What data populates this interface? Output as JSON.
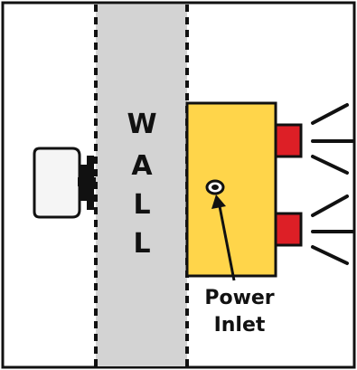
{
  "diagram": {
    "wall_letters": [
      "W",
      "A",
      "L",
      "L"
    ],
    "callout": {
      "line1": "Power",
      "line2": "Inlet"
    },
    "icons": {
      "camera": "wall-mounted-camera-icon",
      "device": "yellow-device-box-icon",
      "inlet": "power-inlet-port-icon",
      "speakers": "red-speaker-emitter-icon"
    },
    "colors": {
      "wall_fill": "#d3d3d3",
      "device_fill": "#ffd54a",
      "speaker_fill": "#dd1f26",
      "line": "#111111",
      "camera_fill": "#f5f5f5"
    }
  }
}
